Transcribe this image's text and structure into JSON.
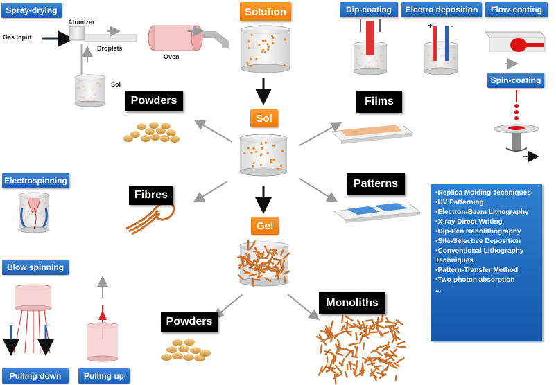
{
  "center": {
    "solution": "Solution",
    "sol": "Sol",
    "gel": "Gel"
  },
  "products": {
    "powders_top": "Powders",
    "films": "Films",
    "fibres": "Fibres",
    "patterns": "Patterns",
    "powders_bottom": "Powders",
    "monoliths": "Monoliths"
  },
  "spray_drying": {
    "title": "Spray-drying",
    "gas_input": "Gas input",
    "atomizer": "Atomizer",
    "droplets": "Droplets",
    "oven": "Oven",
    "sol": "Sol"
  },
  "film_methods": [
    "Dip-coating",
    "Electro deposition",
    "Flow-coating",
    "Spin-coating"
  ],
  "electrode_signs": [
    "+",
    "-"
  ],
  "fibre_methods": [
    "Electrospinning",
    "Blow spinning",
    "Pulling down",
    "Pulling up"
  ],
  "pattern_techniques": [
    "•Replica Molding Techniques",
    "•UV Patterning",
    "•Electron-Beam Lithography",
    "•X-ray Direct Writing",
    "•Dip-Pen Nanolithography",
    "•Site-Selective Deposition",
    "•Conventional Lithography Techniques",
    "•Pattern-Transfer Method",
    "•Two-photon absorption",
    "..."
  ],
  "colors": {
    "blue": "#1a5fb4",
    "orange": "#f07800",
    "particle": "#e8892a",
    "fibre": "#c9702a"
  }
}
